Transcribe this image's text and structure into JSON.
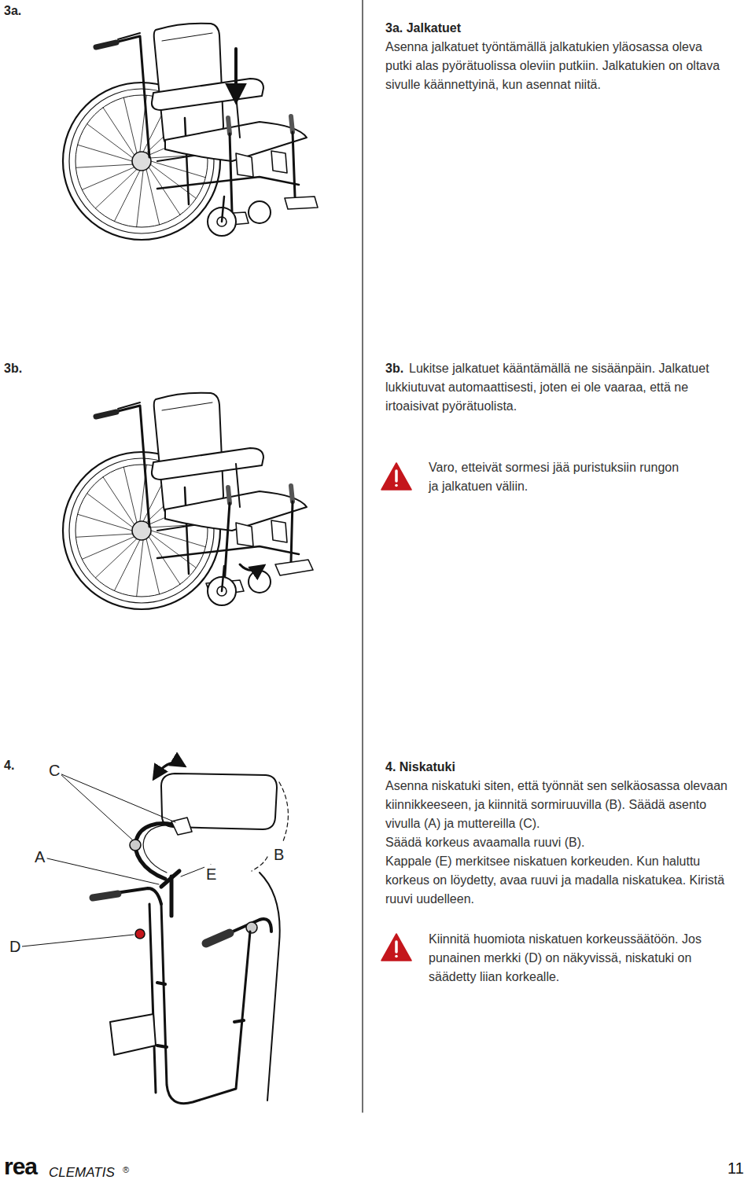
{
  "diagram": {
    "labels": [
      "3a.",
      "3a. Jalkatuet",
      "Asenna jalkatuet työntämällä jalkatukien yläosassa oleva putki alas pyörätuolissa oleviin putkiin. Jalkatukien on oltava sivulle käännettyinä, kun asennat niitä.",
      "3b.",
      "3b.",
      "Lukitse jalkatuet kääntämällä ne sisäänpäin. Jalkatuet lukkiutuvat automaattisesti, joten ei ole vaaraa, että ne irtoaisivat pyörätuolista.",
      "Varo, etteivät sormesi jää puristuksiin rungon ja jalkatuen väliin.",
      "4.",
      "4. Niskatuki",
      "Asenna niskatuki siten, että työnnät sen selkäosassa olevaan kiinnikkeeseen, ja kiinnitä sormiruuvilla (B). Säädä asento vivulla (A) ja muttereilla (C).",
      "Säädä korkeus avaamalla ruuvi (B).",
      "Kappale (E) merkitsee niskatuen korkeuden. Kun haluttu korkeus on löydetty, avaa ruuvi ja madalla niskatukea. Kiristä ruuvi uudelleen.",
      "Kiinnitä huomiota niskatuen korkeussäätöön. Jos punainen merkki (D) on näkyvissä, niskatuki on säädetty liian korkealle.",
      "C",
      "A",
      "E",
      "B",
      "D",
      "rea",
      "CLEMATIS",
      "®",
      "11"
    ]
  }
}
